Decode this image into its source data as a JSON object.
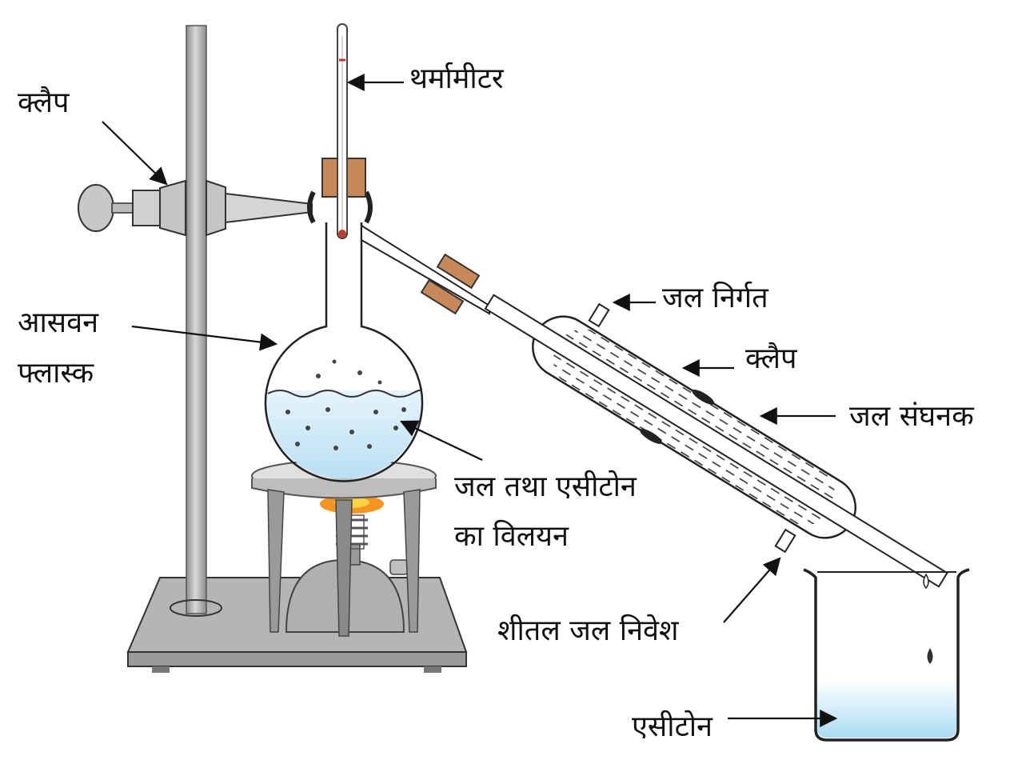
{
  "labels": {
    "clamp_left": "क्लैप",
    "thermometer": "थर्मामीटर",
    "distillation_flask_line1": "आसवन",
    "distillation_flask_line2": "फ्लास्क",
    "water_outlet": "जल निर्गत",
    "clamp_right": "क्लैप",
    "water_condenser": "जल संघनक",
    "solution_line1": "जल तथा एसीटोन",
    "solution_line2": "का विलयन",
    "cold_water_inlet": "शीतल जल निवेश",
    "acetone": "एसीटोन"
  },
  "colors": {
    "stand_gray": "#a9a9a9",
    "stand_dark": "#777777",
    "cork": "#c8895a",
    "liquid_blue": "#cfe9f7",
    "flame_orange": "#f7941d",
    "flame_yellow": "#ffd23f",
    "outline": "#222222"
  }
}
